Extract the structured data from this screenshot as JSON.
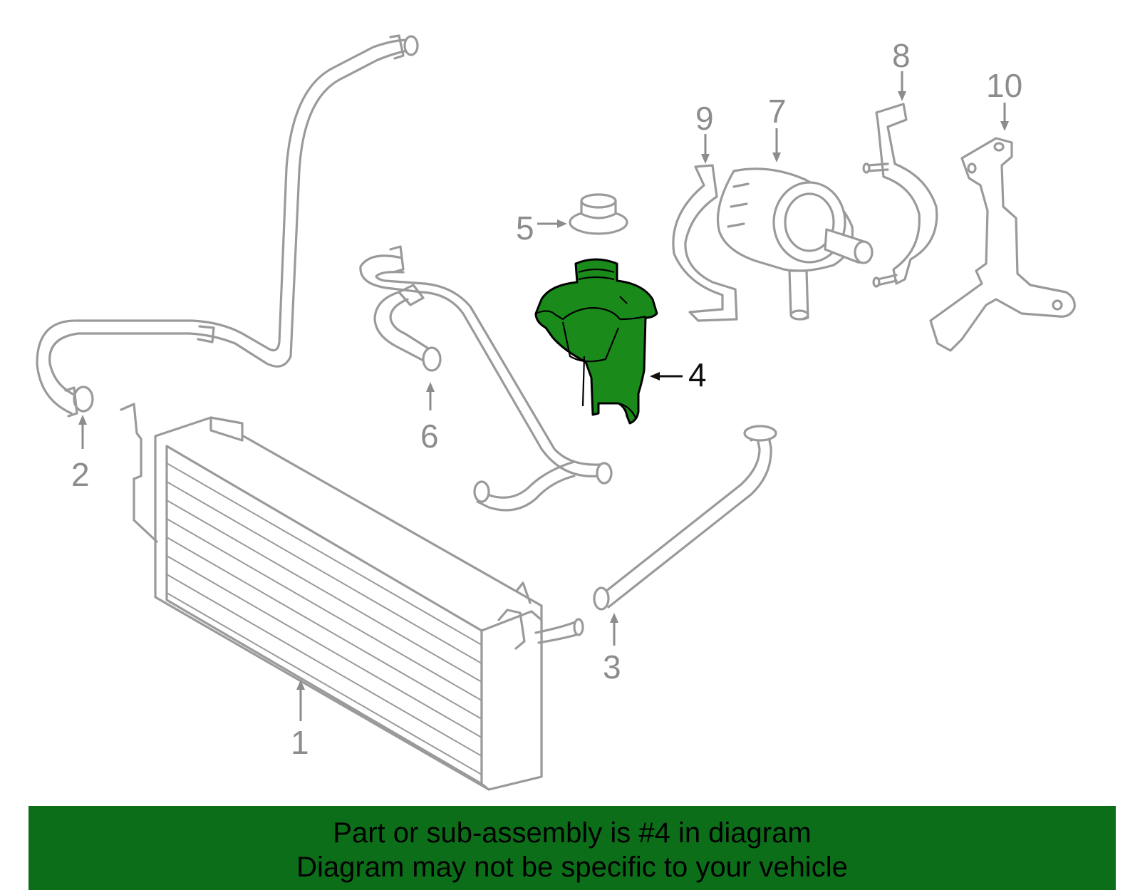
{
  "callouts": [
    "1",
    "2",
    "3",
    "4",
    "5",
    "6",
    "7",
    "8",
    "9",
    "10"
  ],
  "highlighted_callout": "4",
  "colors": {
    "highlight_part": "#1a8a1a",
    "banner_background": "#0d6e1a",
    "outline": "#9a9a9a"
  },
  "banner": {
    "line1": "Part or sub-assembly is #4 in diagram",
    "line2": "Diagram may not be specific to your vehicle"
  }
}
